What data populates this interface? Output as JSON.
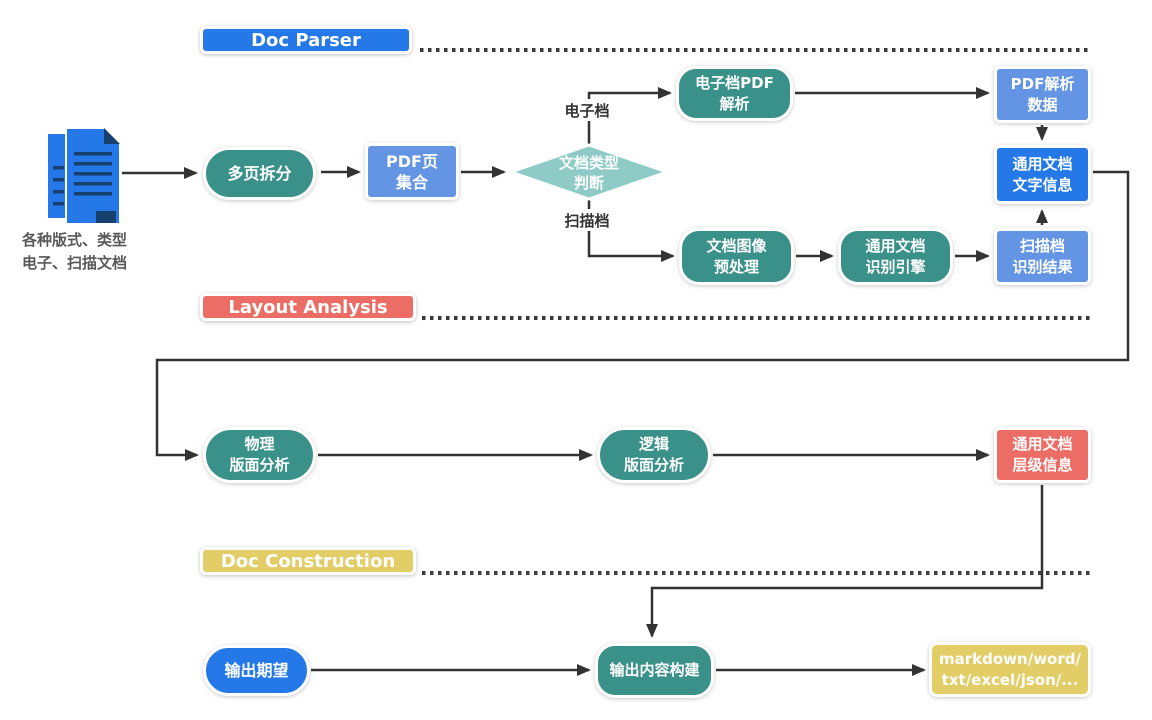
{
  "badges": {
    "doc_parser": "Doc Parser",
    "layout_analysis": "Layout Analysis",
    "doc_construction": "Doc Construction"
  },
  "source_doc": {
    "caption": "各种版式、类型\n电子、扫描文档"
  },
  "nodes": {
    "split_pages": "多页拆分",
    "pdf_page_set": "PDF页\n集合",
    "doc_type_decision": "文档类型\n判断",
    "branch_electronic": "电子档",
    "branch_scanned": "扫描档",
    "electronic_pdf_parse": "电子档PDF\n解析",
    "pdf_parse_data": "PDF解析\n数据",
    "general_text_info": "通用文档\n文字信息",
    "doc_image_preprocess": "文档图像\n预处理",
    "general_ocr_engine": "通用文档\n识别引擎",
    "scan_ocr_result": "扫描档\n识别结果",
    "physical_layout": "物理\n版面分析",
    "logical_layout": "逻辑\n版面分析",
    "general_hierarchy_info": "通用文档\n层级信息",
    "output_expectation": "输出期望",
    "output_content_build": "输出内容构建",
    "output_formats": "markdown/word/\ntxt/excel/json/..."
  },
  "colors": {
    "primary_blue": "#2478e8",
    "light_blue": "#6494e4",
    "teal": "#3a918a",
    "light_teal_diamond": "#8fcbc6",
    "salmon": "#ec6c66",
    "yellow": "#e2cd66",
    "connector": "#333333",
    "caption_text": "#595959"
  }
}
